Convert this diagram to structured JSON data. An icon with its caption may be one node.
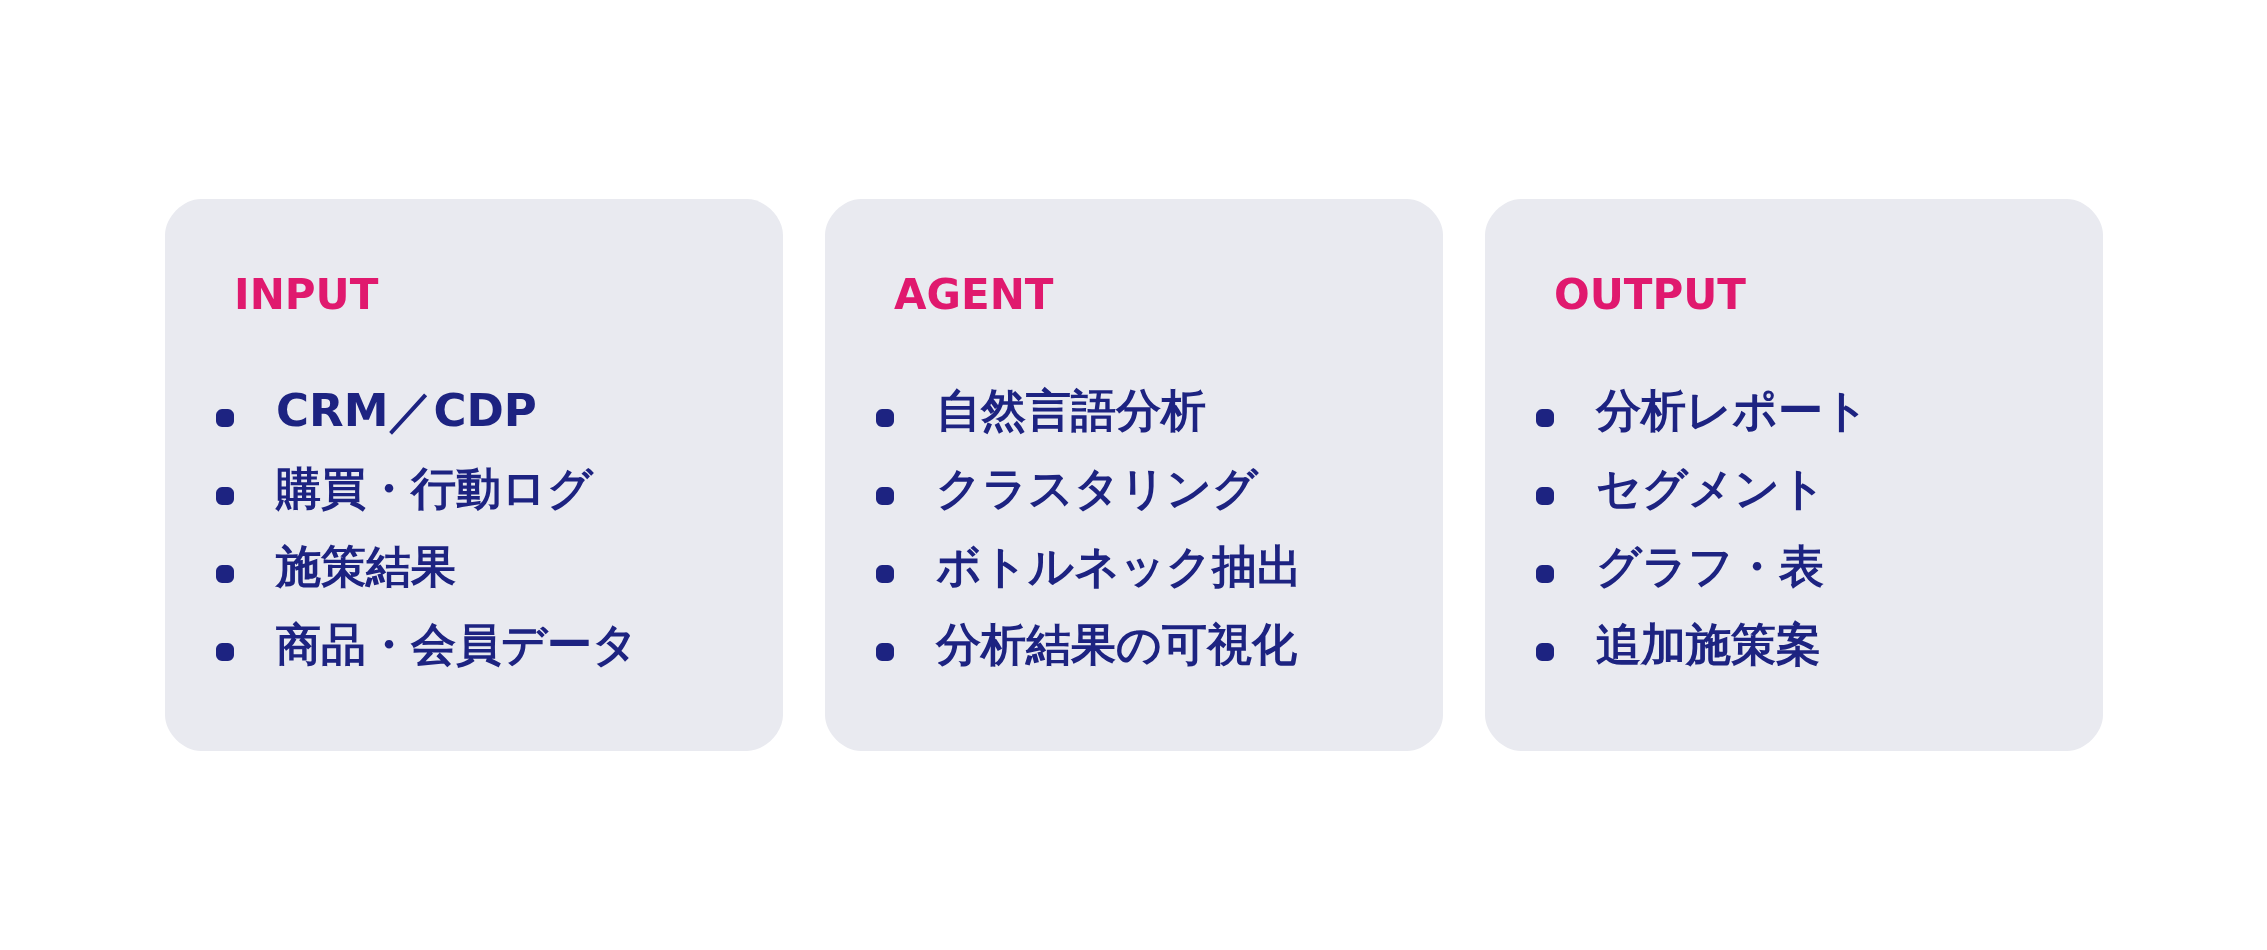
{
  "diagram": {
    "nodes": [
      {
        "text": [
          "INPUT",
          "CRM／CDP",
          "購買・行動ログ",
          "施策結果",
          "商品・会員データ"
        ]
      },
      {
        "text": [
          "AGENT",
          "自然言語分析",
          "クラスタリング",
          "ボトルネック抽出",
          "分析結果の可視化"
        ]
      },
      {
        "text": [
          "OUTPUT",
          "分析レポート",
          "セグメント",
          "グラフ・表",
          "追加施策案"
        ]
      }
    ]
  }
}
